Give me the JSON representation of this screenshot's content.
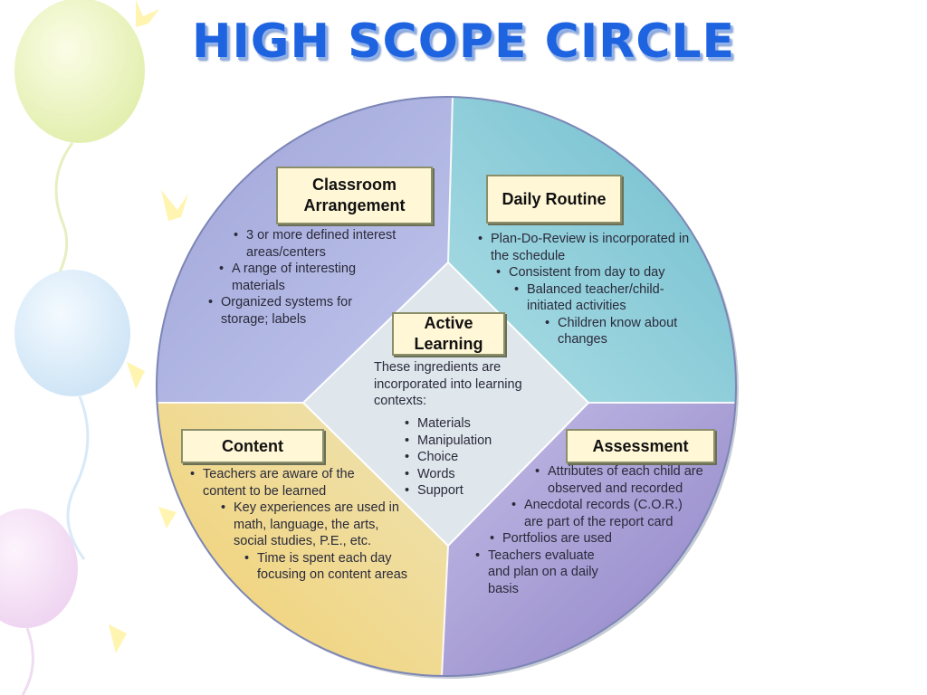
{
  "title": "HIGH SCOPE CIRCLE",
  "colors": {
    "title": "#1e63e0",
    "background_balloons": [
      "#e8f3b0",
      "#d2e7f7",
      "#f3ddf3",
      "#fff9c8"
    ],
    "quadrant_top_left": "#a9aede",
    "quadrant_top_right": "#86ccd8",
    "quadrant_bottom_left": "#e9d690",
    "quadrant_bottom_right": "#a99ed6",
    "center_diamond": "#dde4ea",
    "label_fill": "#fff7d6"
  },
  "quadrants": {
    "classroom": {
      "label": "Classroom Arrangement",
      "items": [
        "3 or more defined interest areas/centers",
        "A range of interesting materials",
        "Organized systems for storage; labels"
      ]
    },
    "routine": {
      "label": "Daily Routine",
      "items": [
        "Plan-Do-Review is incorporated in the schedule",
        "Consistent from day to day",
        "Balanced teacher/child-initiated activities",
        "Children know about changes"
      ]
    },
    "content": {
      "label": "Content",
      "items": [
        "Teachers are aware of the content to be learned",
        "Key experiences are used in math, language, the arts, social studies, P.E., etc.",
        "Time is spent each day focusing on content areas"
      ]
    },
    "assessment": {
      "label": "Assessment",
      "items": [
        "Attributes of each child are observed and recorded",
        "Anecdotal records (C.O.R.) are part of the report card",
        "Portfolios are used",
        "Teachers evaluate and plan on a daily basis"
      ]
    }
  },
  "center": {
    "label": "Active Learning",
    "intro": "These ingredients are incorporated into learning contexts:",
    "items": [
      "Materials",
      "Manipulation",
      "Choice",
      "Words",
      "Support"
    ]
  }
}
